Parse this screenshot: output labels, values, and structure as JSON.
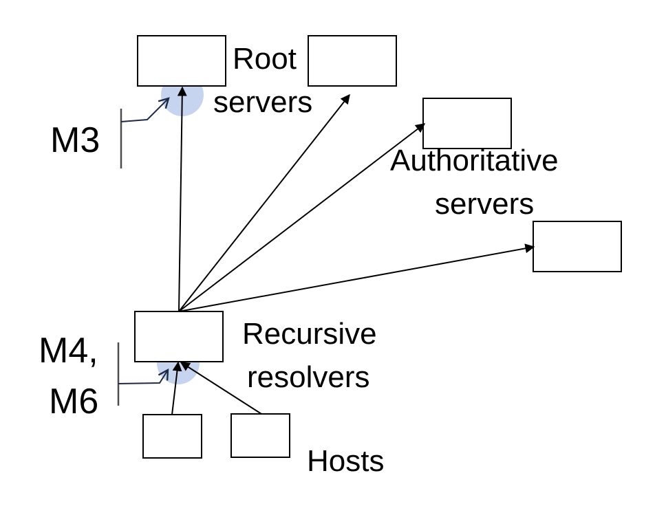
{
  "labels": {
    "root_line1": "Root",
    "root_line2": "servers",
    "auth_line1": "Authoritative",
    "auth_line2": "servers",
    "resolver_line1": "Recursive",
    "resolver_line2": "resolvers",
    "hosts": "Hosts",
    "m3": "M3",
    "m4_line1": "M4,",
    "m4_line2": "M6"
  },
  "colors": {
    "highlight": "#b3c6ea",
    "stroke": "#000000",
    "bracket": "#4d4d4d"
  }
}
